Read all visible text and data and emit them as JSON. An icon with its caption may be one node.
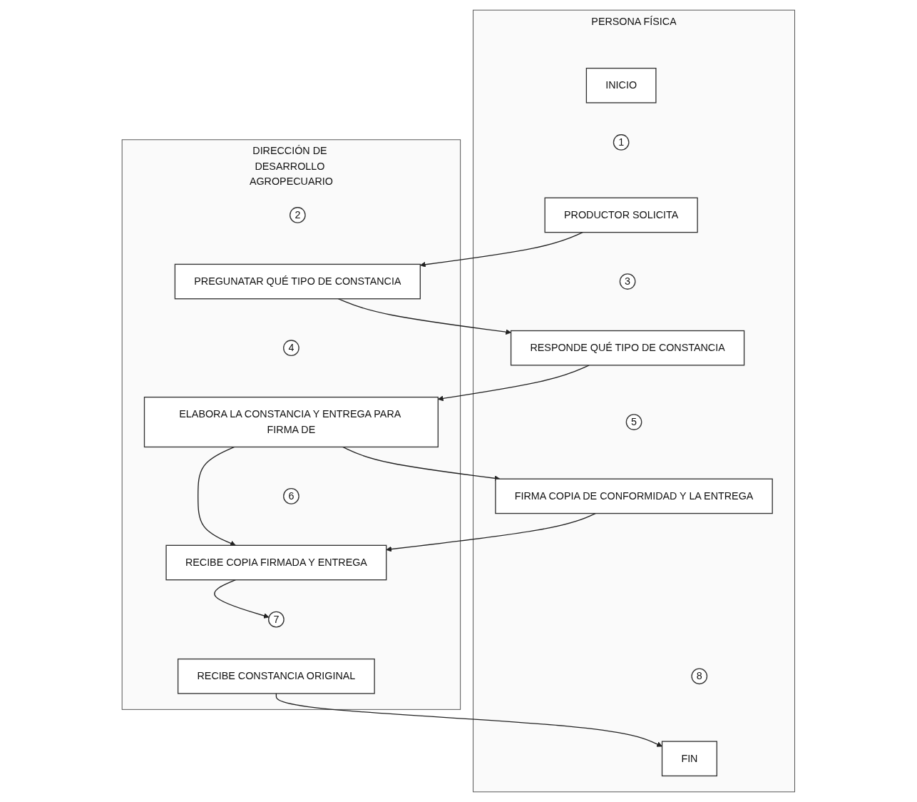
{
  "diagram": {
    "nodes": [
      {
        "text": [
          "PERSONA FÍSICA"
        ]
      },
      {
        "text": [
          "DIRECCIÓN DE DESARROLLO AGROPECUARIO"
        ]
      },
      {
        "text": [
          "INICIO"
        ],
        "in": 0
      },
      {
        "text": [
          "1"
        ],
        "in": 0
      },
      {
        "text": [
          "PRODUCTOR SOLICITA"
        ],
        "in": 0
      },
      {
        "text": [
          "2"
        ],
        "in": 1
      },
      {
        "text": [
          "PREGUNATAR QUÉ TIPO DE CONSTANCIA"
        ],
        "in": 1
      },
      {
        "text": [
          "3"
        ],
        "in": 0
      },
      {
        "text": [
          "RESPONDE QUÉ TIPO DE CONSTANCIA"
        ],
        "in": 0
      },
      {
        "text": [
          "4"
        ],
        "in": 1
      },
      {
        "text": [
          "ELABORA LA CONSTANCIA Y ENTREGA PARA FIRMA DE"
        ],
        "in": 1
      },
      {
        "text": [
          "6"
        ],
        "in": 1
      },
      {
        "text": [
          "5"
        ],
        "in": 0
      },
      {
        "text": [
          "FIRMA COPIA DE CONFORMIDAD Y LA ENTREGA"
        ],
        "in": 0
      },
      {
        "text": [
          "RECIBE COPIA FIRMADA Y ENTREGA"
        ],
        "in": 1
      },
      {
        "text": [
          "7"
        ],
        "in": 1
      },
      {
        "text": [
          "8"
        ],
        "in": 0
      },
      {
        "text": [
          "RECIBE CONSTANCIA ORIGINAL"
        ],
        "in": 1
      },
      {
        "text": [
          "FIN"
        ],
        "in": 0
      }
    ],
    "edges": [
      {
        "from": 4,
        "to": 6,
        "arrow": "to"
      },
      {
        "from": 6,
        "to": 8,
        "arrow": "to"
      },
      {
        "from": 8,
        "to": 10,
        "arrow": "to"
      },
      {
        "from": 10,
        "to": 13,
        "arrow": "to"
      },
      {
        "from": 10,
        "to": 14,
        "arrow": "to"
      },
      {
        "from": 13,
        "to": 14,
        "arrow": "to"
      },
      {
        "from": 14,
        "to": 15,
        "arrow": "to"
      },
      {
        "from": 17,
        "to": 18,
        "arrow": "to"
      }
    ]
  }
}
